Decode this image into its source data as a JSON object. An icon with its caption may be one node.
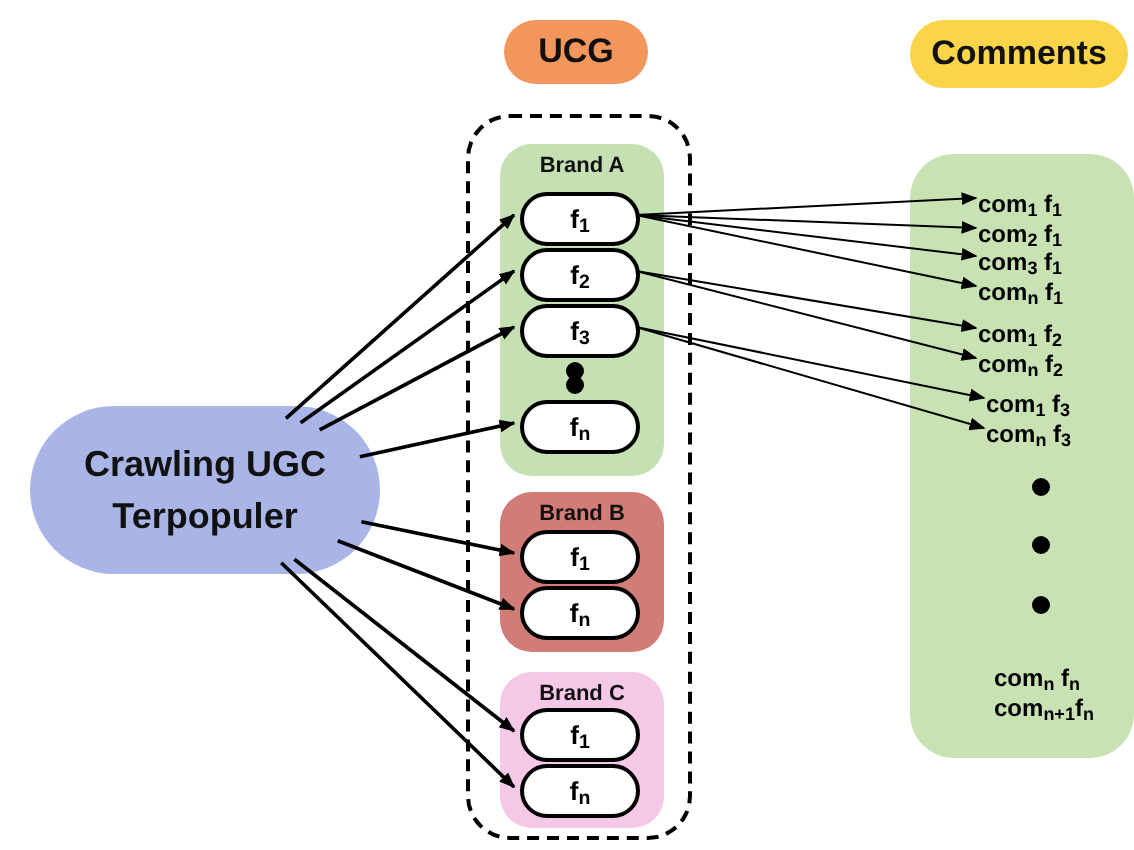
{
  "diagram": {
    "nodes": [
      {
        "text": [
          "Crawling UGC Terpopuler"
        ]
      },
      {
        "text": [
          "UCG"
        ]
      },
      {
        "text": [],
        "shape": "box"
      },
      {
        "text": [
          "Brand A"
        ],
        "in": 2
      },
      {
        "text": [
          "f$_{1}$"
        ],
        "in": 3
      },
      {
        "text": [
          "f$_{2}$"
        ],
        "in": 3
      },
      {
        "text": [
          "f$_{3}$"
        ],
        "in": 3
      },
      {
        "text": [
          "f$_{n}$"
        ],
        "in": 3
      },
      {
        "text": [
          "Brand B"
        ],
        "in": 2
      },
      {
        "text": [
          "f$_{1}$"
        ],
        "in": 8
      },
      {
        "text": [
          "f$_{n}$"
        ],
        "in": 8
      },
      {
        "text": [
          "Brand C"
        ],
        "in": 2
      },
      {
        "text": [
          "f$_{1}$"
        ],
        "in": 11
      },
      {
        "text": [
          "f$_{n}$"
        ],
        "in": 11
      },
      {
        "text": [
          "Comments"
        ]
      },
      {
        "text": [],
        "shape": "box"
      },
      {
        "text": [
          "com$_{1}$ f$_{1}$"
        ],
        "in": 15
      },
      {
        "text": [
          "com$_{2}$ f$_{1}$"
        ],
        "in": 15
      },
      {
        "text": [
          "com$_{3}$ f$_{1}$"
        ],
        "in": 15
      },
      {
        "text": [
          "com$_{n}$ f$_{1}$"
        ],
        "in": 15
      },
      {
        "text": [
          "com$_{1}$ f$_{2}$"
        ],
        "in": 15
      },
      {
        "text": [
          "com$_{n}$ f$_{2}$"
        ],
        "in": 15
      },
      {
        "text": [
          "com$_{1}$ f$_{3}$"
        ],
        "in": 15
      },
      {
        "text": [
          "com$_{n}$ f$_{3}$"
        ],
        "in": 15
      },
      {
        "text": [
          "com$_{n}$ f$_{n}$"
        ],
        "in": 15
      },
      {
        "text": [
          "com$_{n+1}$f$_{n}$"
        ],
        "in": 15
      }
    ],
    "edges": [
      {
        "from": 0,
        "to": 4,
        "arrow": "to"
      },
      {
        "from": 0,
        "to": 5,
        "arrow": "to"
      },
      {
        "from": 0,
        "to": 6,
        "arrow": "to"
      },
      {
        "from": 0,
        "to": 7,
        "arrow": "to"
      },
      {
        "from": 0,
        "to": 9,
        "arrow": "to"
      },
      {
        "from": 0,
        "to": 10,
        "arrow": "to"
      },
      {
        "from": 0,
        "to": 12,
        "arrow": "to"
      },
      {
        "from": 0,
        "to": 13,
        "arrow": "to"
      },
      {
        "from": 4,
        "to": 16,
        "arrow": "to"
      },
      {
        "from": 4,
        "to": 17,
        "arrow": "to"
      },
      {
        "from": 4,
        "to": 18,
        "arrow": "to"
      },
      {
        "from": 4,
        "to": 19,
        "arrow": "to"
      },
      {
        "from": 5,
        "to": 20,
        "arrow": "to"
      },
      {
        "from": 5,
        "to": 21,
        "arrow": "to"
      },
      {
        "from": 6,
        "to": 22,
        "arrow": "to"
      },
      {
        "from": 6,
        "to": 23,
        "arrow": "to"
      }
    ]
  }
}
